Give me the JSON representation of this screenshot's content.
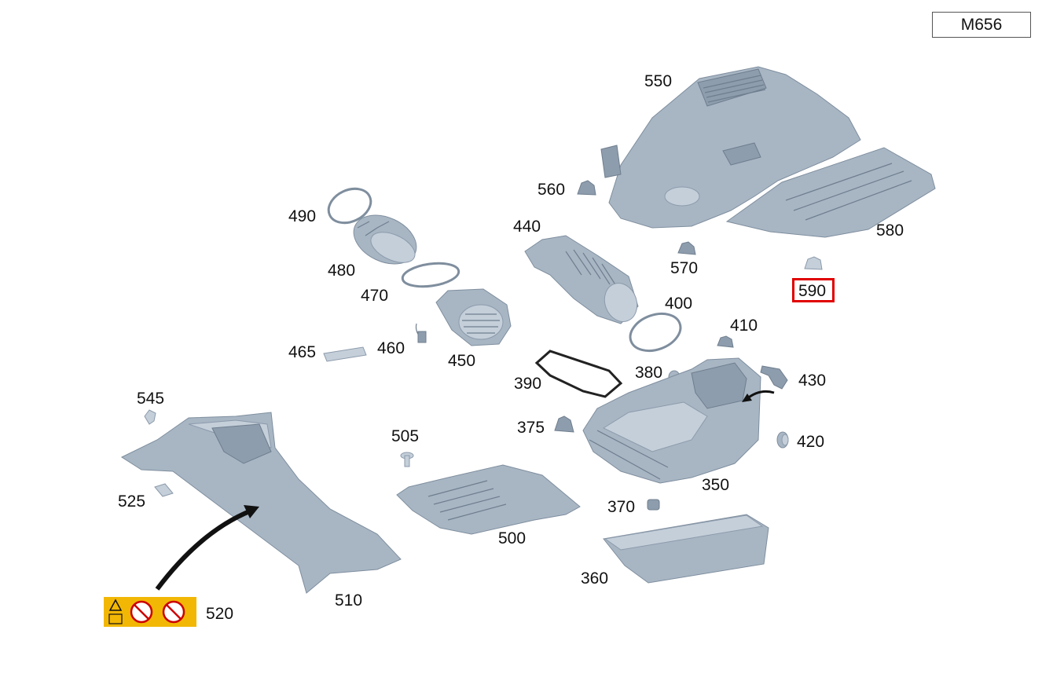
{
  "engine_code": "M656",
  "highlighted_part": "590",
  "colors": {
    "part": "#a8b6c4",
    "highlight": "#e00000",
    "warning_label": "#f2b705"
  },
  "labels": {
    "p550": "550",
    "p560": "560",
    "p570": "570",
    "p580": "580",
    "p590": "590",
    "p490": "490",
    "p480": "480",
    "p470": "470",
    "p440": "440",
    "p400": "400",
    "p410": "410",
    "p465": "465",
    "p460": "460",
    "p450": "450",
    "p390": "390",
    "p380": "380",
    "p430": "430",
    "p545": "545",
    "p505": "505",
    "p375": "375",
    "p420": "420",
    "p350": "350",
    "p525": "525",
    "p370": "370",
    "p500": "500",
    "p360": "360",
    "p520": "520",
    "p510": "510"
  }
}
